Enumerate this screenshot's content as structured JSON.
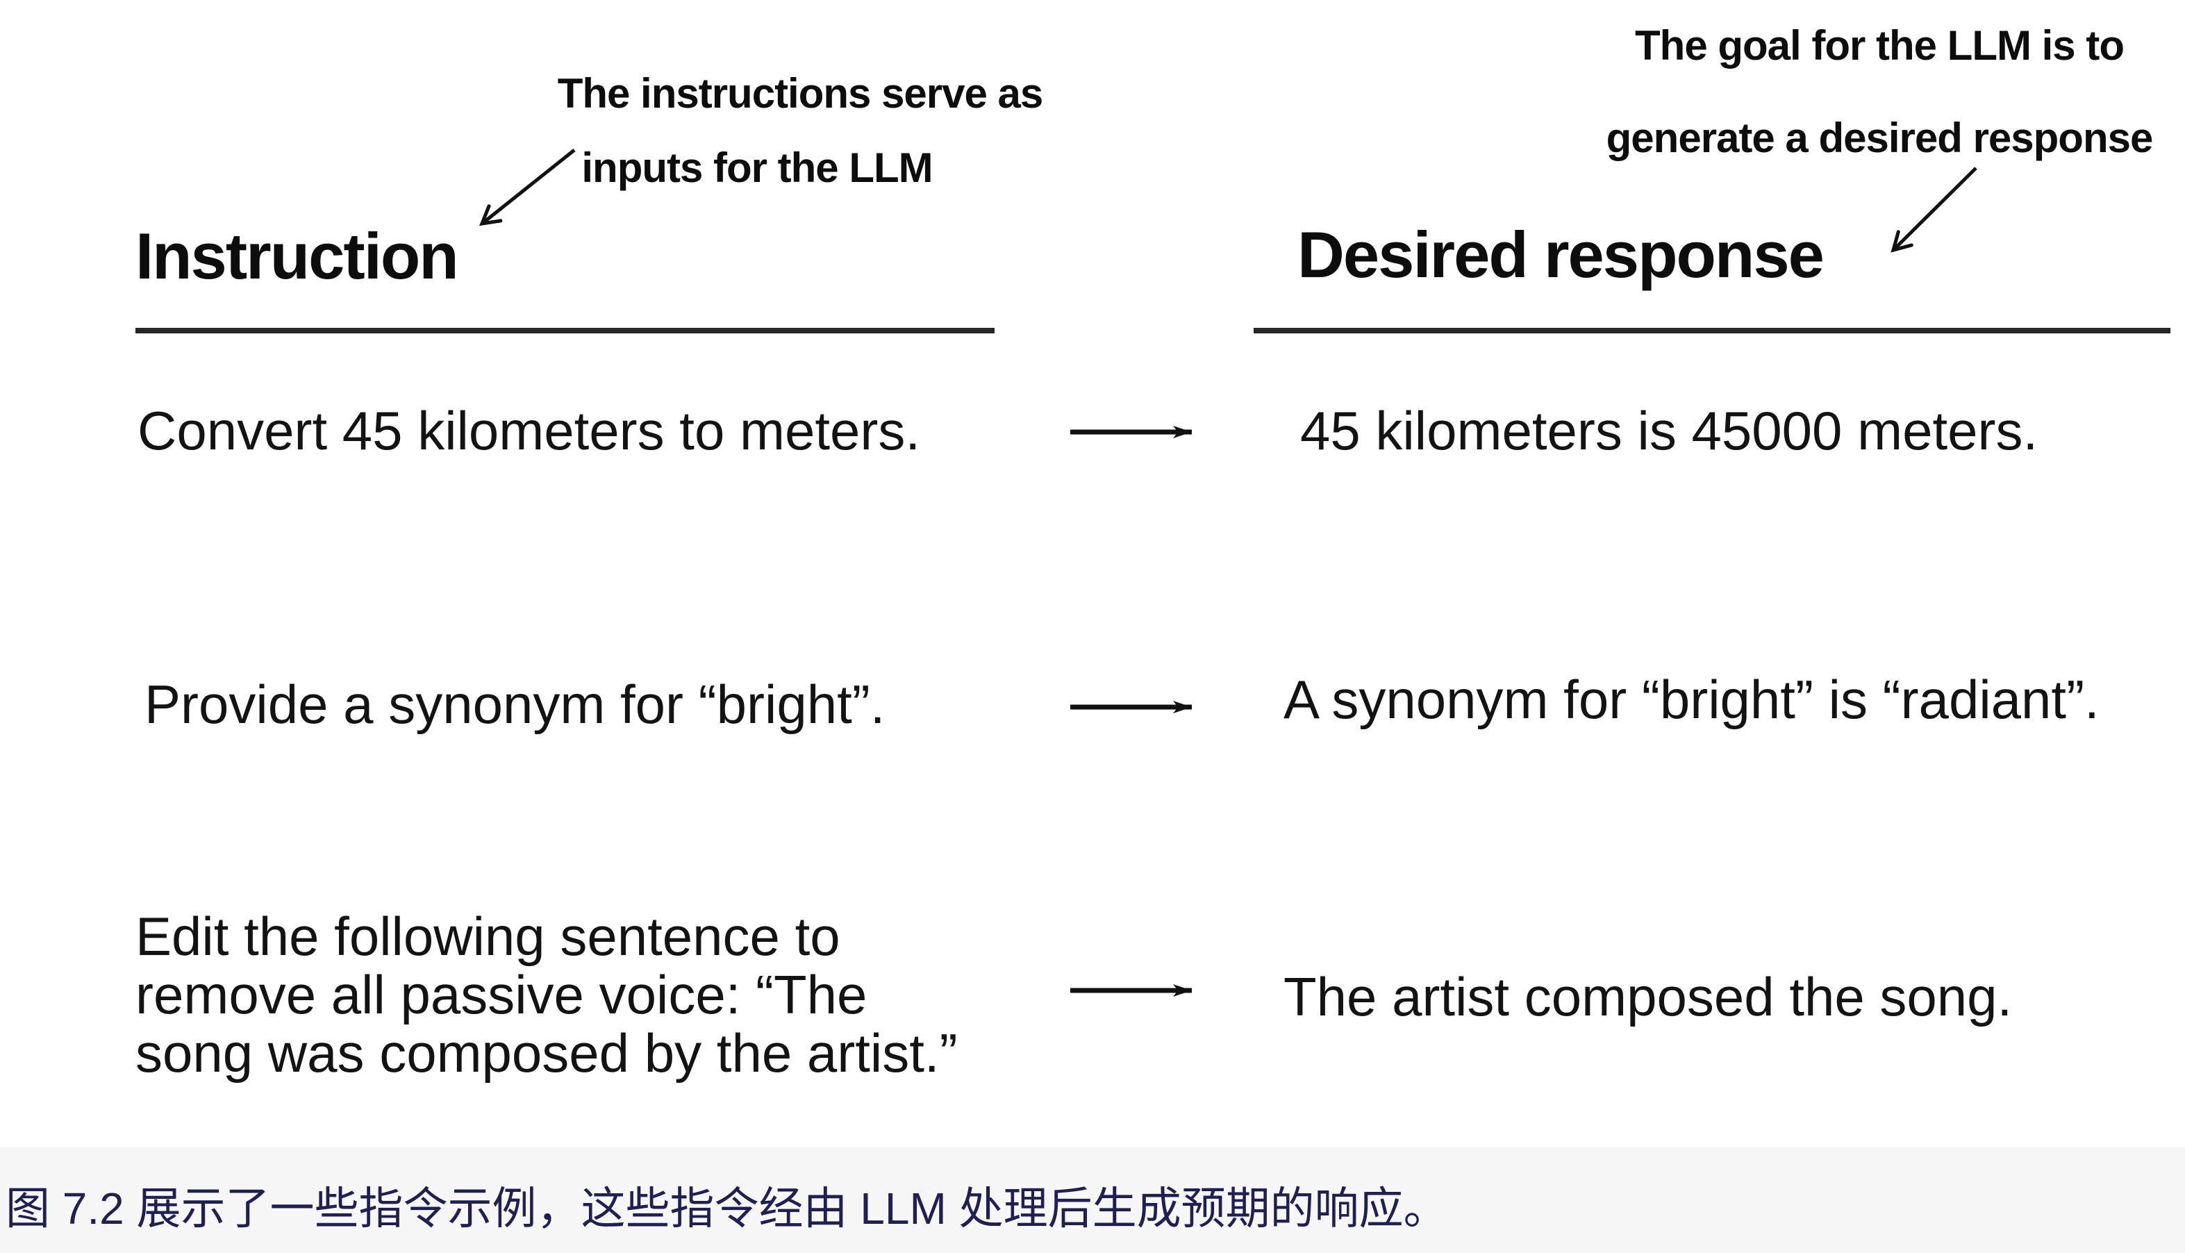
{
  "figure": {
    "annotations": {
      "left": {
        "lines": [
          "The instructions serve as",
          "inputs for the LLM"
        ]
      },
      "right": {
        "lines": [
          "The goal for the LLM is to",
          "generate a desired response"
        ]
      }
    },
    "headers": {
      "instruction": "Instruction",
      "response": "Desired response"
    },
    "rows": [
      {
        "instruction_lines": [
          "Convert 45 kilometers to meters."
        ],
        "response": "45 kilometers is 45000 meters."
      },
      {
        "instruction_lines": [
          "Provide a synonym for “bright”."
        ],
        "response": "A synonym for “bright” is “radiant”."
      },
      {
        "instruction_lines": [
          "Edit the following sentence to",
          "remove all passive voice: “The",
          "song was composed by the artist.”"
        ],
        "response": "The artist composed the song."
      }
    ],
    "caption": "图 7.2 展示了一些指令示例，这些指令经由 LLM 处理后生成预期的响应。",
    "icons": {
      "row_arrow": "right-arrow-icon",
      "annotation_arrow": "down-left-arrow-icon"
    },
    "colors": {
      "text": "#131313",
      "caption": "#1f1f52",
      "rule": "#262626",
      "background": "#ffffff",
      "caption_strip": "#f7f7f8"
    }
  }
}
